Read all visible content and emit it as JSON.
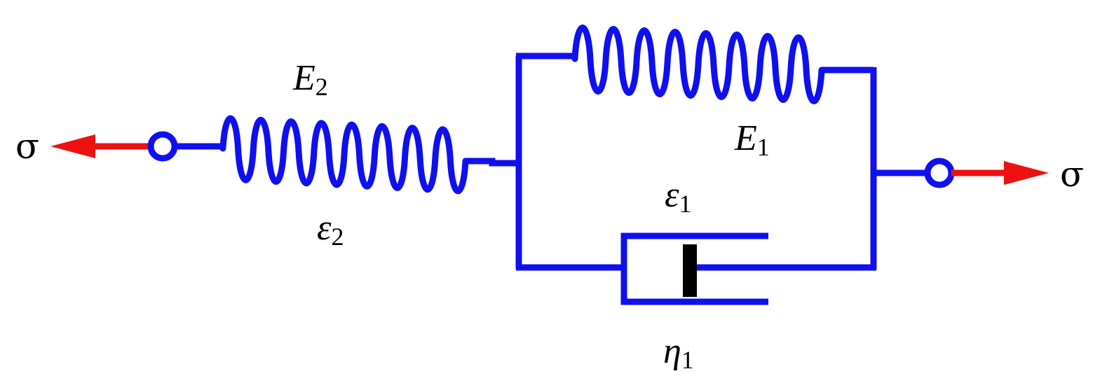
{
  "diagram": {
    "stress_left": "σ",
    "stress_right": "σ",
    "spring_series": {
      "symbol": "E",
      "subscript": "2"
    },
    "strain_series": {
      "symbol": "ε",
      "subscript": "2"
    },
    "spring_parallel": {
      "symbol": "E",
      "subscript": "1"
    },
    "strain_parallel": {
      "symbol": "ε",
      "subscript": "1"
    },
    "dashpot": {
      "symbol": "η",
      "subscript": "1"
    }
  },
  "colors": {
    "wire": "#1010ee",
    "arrow": "#ee1111",
    "piston": "#000000",
    "text": "#000000"
  }
}
